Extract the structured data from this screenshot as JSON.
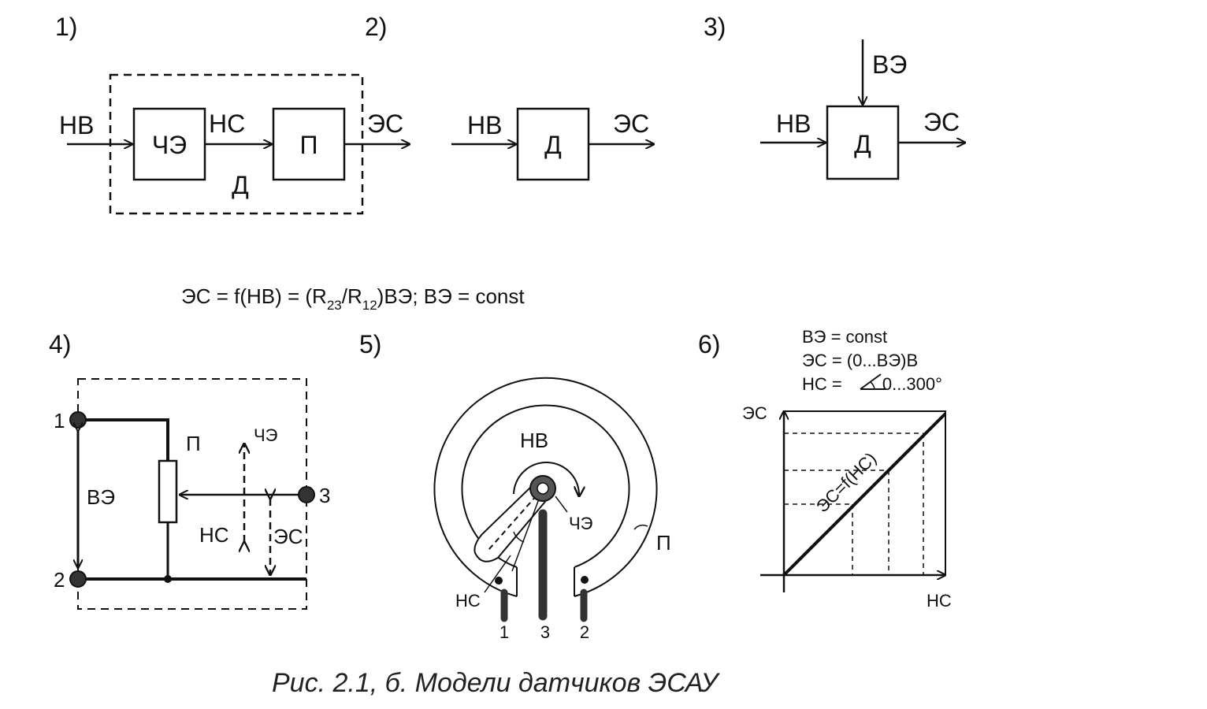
{
  "panels": {
    "p1": {
      "number": "1)",
      "input": "НВ",
      "block_a": "ЧЭ",
      "mid_signal": "НС",
      "block_b": "П",
      "output": "ЭС",
      "group": "Д"
    },
    "p2": {
      "number": "2)",
      "input": "НВ",
      "block": "Д",
      "output": "ЭС"
    },
    "p3": {
      "number": "3)",
      "aux": "ВЭ",
      "input": "НВ",
      "block": "Д",
      "output": "ЭС"
    },
    "formula": {
      "part1": "ЭС = f(НВ) = (R",
      "sub1": "23",
      "part2": "/R",
      "sub2": "12",
      "part3": ")ВЭ;  ВЭ = const"
    },
    "p4": {
      "number": "4)",
      "t1": "1",
      "t2": "2",
      "t3": "3",
      "ve": "ВЭ",
      "p": "П",
      "che": "ЧЭ",
      "ns": "НС",
      "es": "ЭС"
    },
    "p5": {
      "number": "5)",
      "nv": "НВ",
      "che": "ЧЭ",
      "p": "П",
      "ns": "НС",
      "pin1": "1",
      "pin3": "3",
      "pin2": "2"
    },
    "p6": {
      "number": "6)",
      "line1": "ВЭ = const",
      "line2": "ЭС = (0...ВЭ)В",
      "line3a": "НС = ",
      "line3b": "0...300°",
      "y_axis": "ЭС",
      "x_axis": "НС",
      "curve": "ЭС=f(НС)"
    }
  },
  "caption": "Рис. 2.1, б. Модели датчиков ЭСАУ"
}
